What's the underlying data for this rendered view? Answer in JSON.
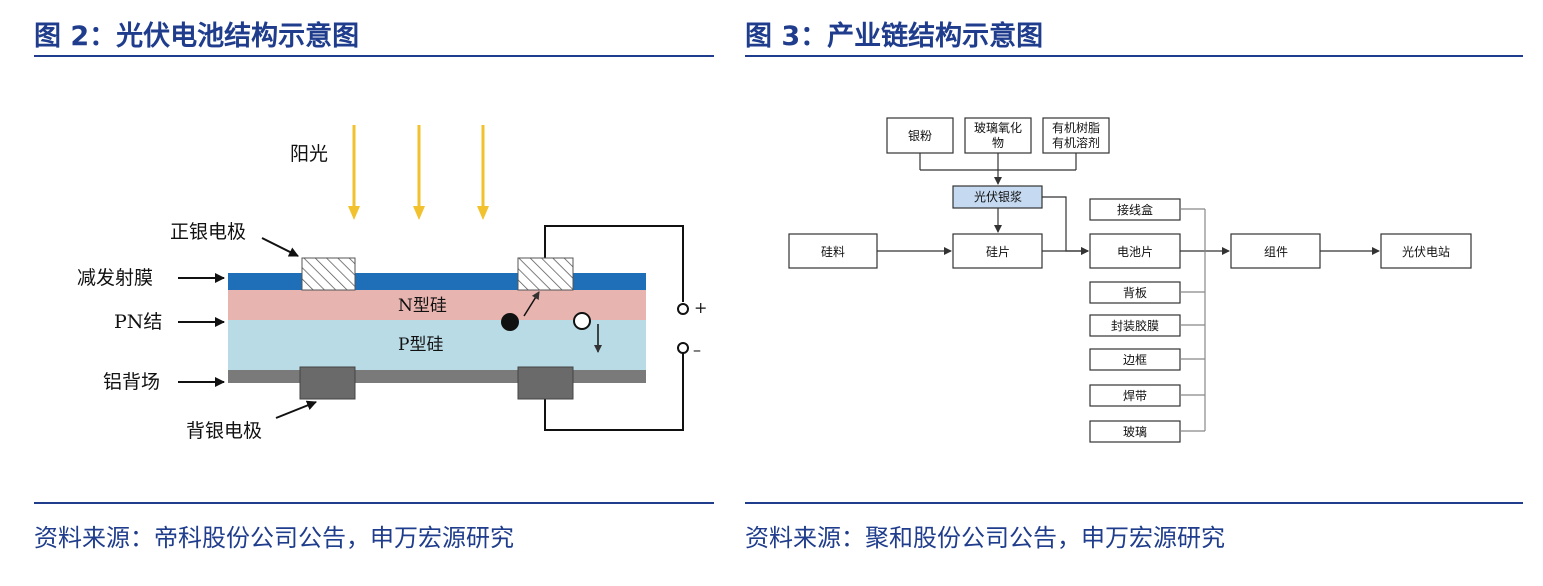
{
  "left": {
    "title": "图 2：光伏电池结构示意图",
    "source": "资料来源：帝科股份公司公告，申万宏源研究",
    "labels": {
      "sunlight": "阳光",
      "front_electrode": "正银电极",
      "antireflection": "减发射膜",
      "pn_junction": "PN结",
      "al_bsf": "铝背场",
      "back_electrode": "背银电极",
      "n_si": "N型硅",
      "p_si": "P型硅",
      "plus": "+",
      "minus": "–"
    },
    "colors": {
      "sun_arrow": "#f2c12e",
      "antireflection": "#1f6fb8",
      "n_layer": "#e8b4b0",
      "p_layer": "#b9dbe6",
      "al_layer": "#7a7a7a",
      "back_contact": "#6a6a6a"
    }
  },
  "right": {
    "title": "图 3：产业链结构示意图",
    "source": "资料来源：聚和股份公司公告，申万宏源研究",
    "nodes": {
      "silver_powder": "银粉",
      "glass_oxide_1": "玻璃氧化",
      "glass_oxide_2": "物",
      "organic_1": "有机树脂",
      "organic_2": "有机溶剂",
      "pv_paste": "光伏银浆",
      "silicon_material": "硅料",
      "wafer": "硅片",
      "cell": "电池片",
      "module": "组件",
      "power_station": "光伏电站",
      "junction_box": "接线盒",
      "backsheet": "背板",
      "encapsulant": "封装胶膜",
      "frame": "边框",
      "ribbon": "焊带",
      "glass": "玻璃"
    },
    "colors": {
      "highlight": "#c5daf0"
    }
  }
}
